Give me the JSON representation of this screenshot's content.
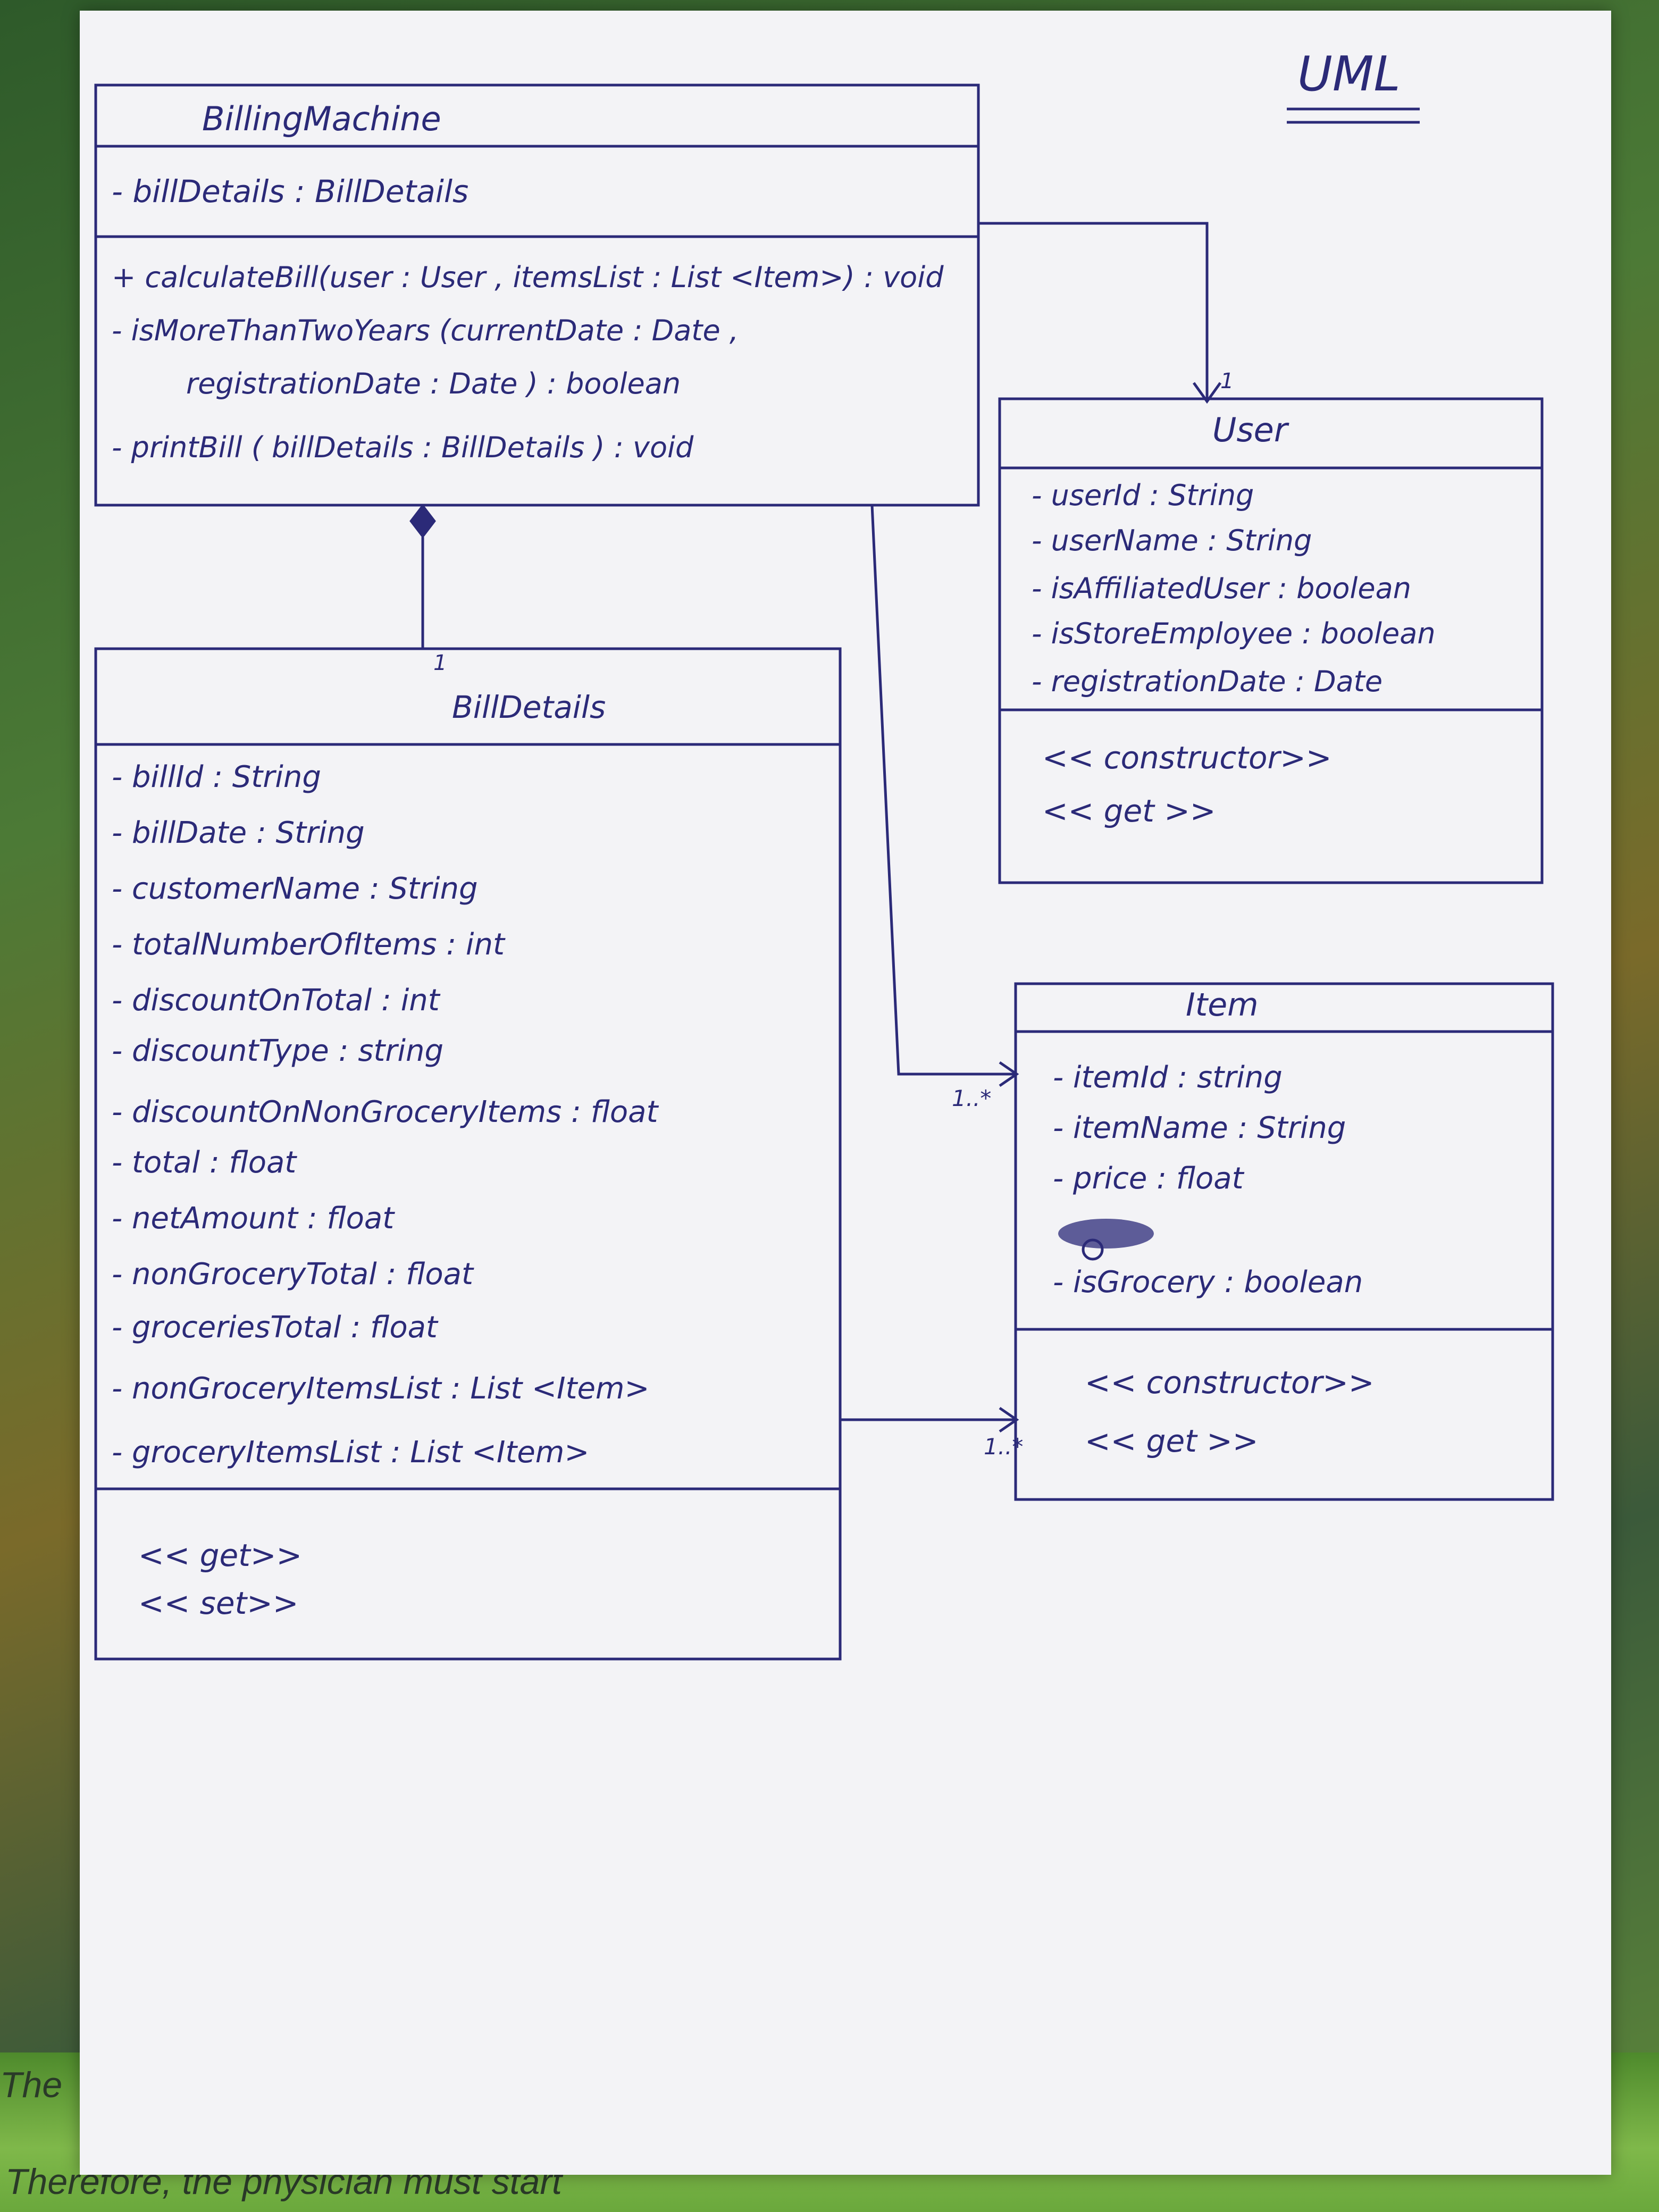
{
  "title": "UML",
  "classes": {
    "billing_machine": {
      "name": "BillingMachine",
      "attributes": [
        "- billDetails : BillDetails"
      ],
      "methods": [
        "+ calculateBill(user : User , itemsList : List <Item>) : void",
        "- isMoreThanTwoYears (currentDate : Date ,",
        "registrationDate : Date ) : boolean",
        "- printBill ( billDetails : BillDetails ) : void"
      ]
    },
    "user": {
      "name": "User",
      "attributes": [
        "- userId : String",
        "- userName : String",
        "- isAffiliatedUser : boolean",
        "- isStoreEmployee : boolean",
        "- registrationDate : Date"
      ],
      "methods": [
        "<< constructor>>",
        "<< get >>"
      ]
    },
    "bill_details": {
      "name": "BillDetails",
      "attributes": [
        "- billId : String",
        "- billDate : String",
        "- customerName : String",
        "- totalNumberOfItems : int",
        "- discountOnTotal : int",
        "- discountType : string",
        "- discountOnNonGroceryItems : float",
        "- total : float",
        "- netAmount : float",
        "- nonGroceryTotal : float",
        "- groceriesTotal : float",
        "- nonGroceryItemsList : List <Item>",
        "- groceryItemsList : List <Item>"
      ],
      "methods": [
        "<< get>>",
        "<< set>>"
      ]
    },
    "item": {
      "name": "Item",
      "attributes": [
        "- itemId : string",
        "- itemName : String",
        "- price : float",
        "- isGrocery : boolean"
      ],
      "methods": [
        "<< constructor>>",
        "<< get >>"
      ]
    }
  },
  "relations": {
    "bm_user_mult": "1",
    "bm_billdetails_mult": "1",
    "bm_item_mult": "1..*",
    "billdetails_item_mult": "1..*"
  },
  "background_text": {
    "caption": "Therefore, the physician must start",
    "fragment": "The"
  }
}
